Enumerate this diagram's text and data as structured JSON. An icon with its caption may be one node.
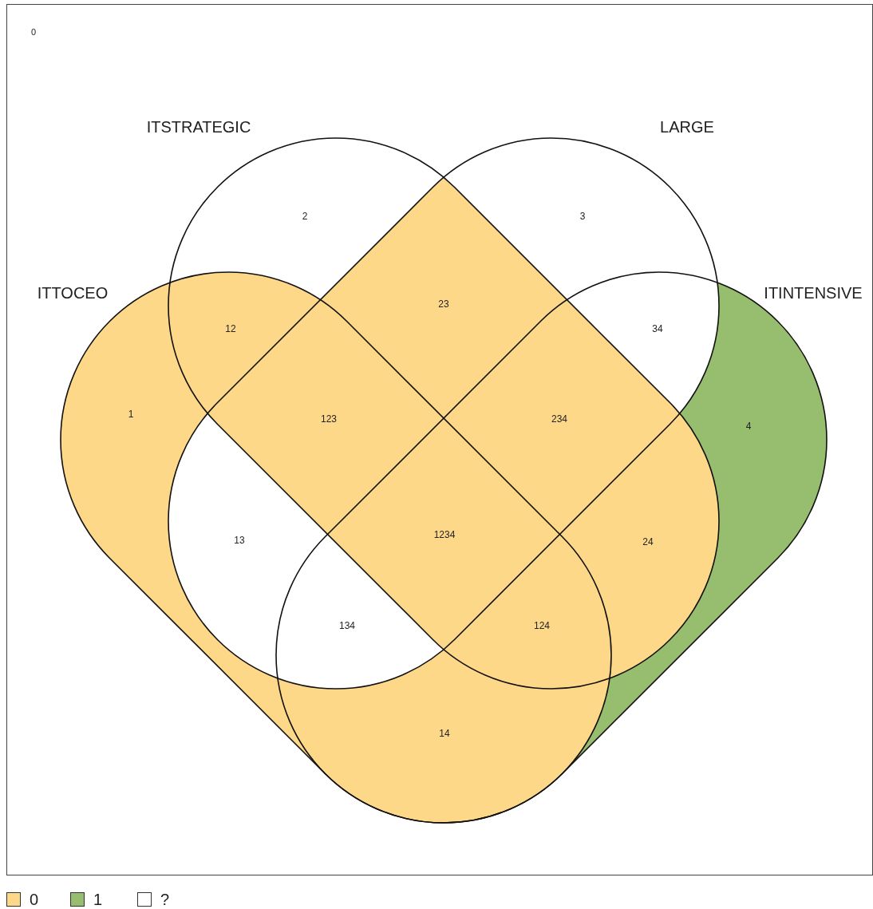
{
  "diagram": {
    "nodes": [
      {
        "text": [
          "0"
        ]
      },
      {
        "text": [
          "ITTOCEO"
        ],
        "in": 0
      },
      {
        "text": [
          "ITSTRATEGIC"
        ],
        "in": 0
      },
      {
        "text": [
          "LARGE"
        ],
        "in": 0
      },
      {
        "text": [
          "ITINTENSIVE"
        ],
        "in": 0
      }
    ],
    "labels": [
      "2",
      "3",
      "23",
      "12",
      "34",
      "1",
      "123",
      "234",
      "4",
      "1234",
      "13",
      "24",
      "134",
      "124",
      "14"
    ],
    "legend": [
      {
        "text": "0",
        "color": "#fdd888"
      },
      {
        "text": "1",
        "color": "#97bd6f"
      },
      {
        "text": "?",
        "color": "#ffffff"
      }
    ]
  }
}
